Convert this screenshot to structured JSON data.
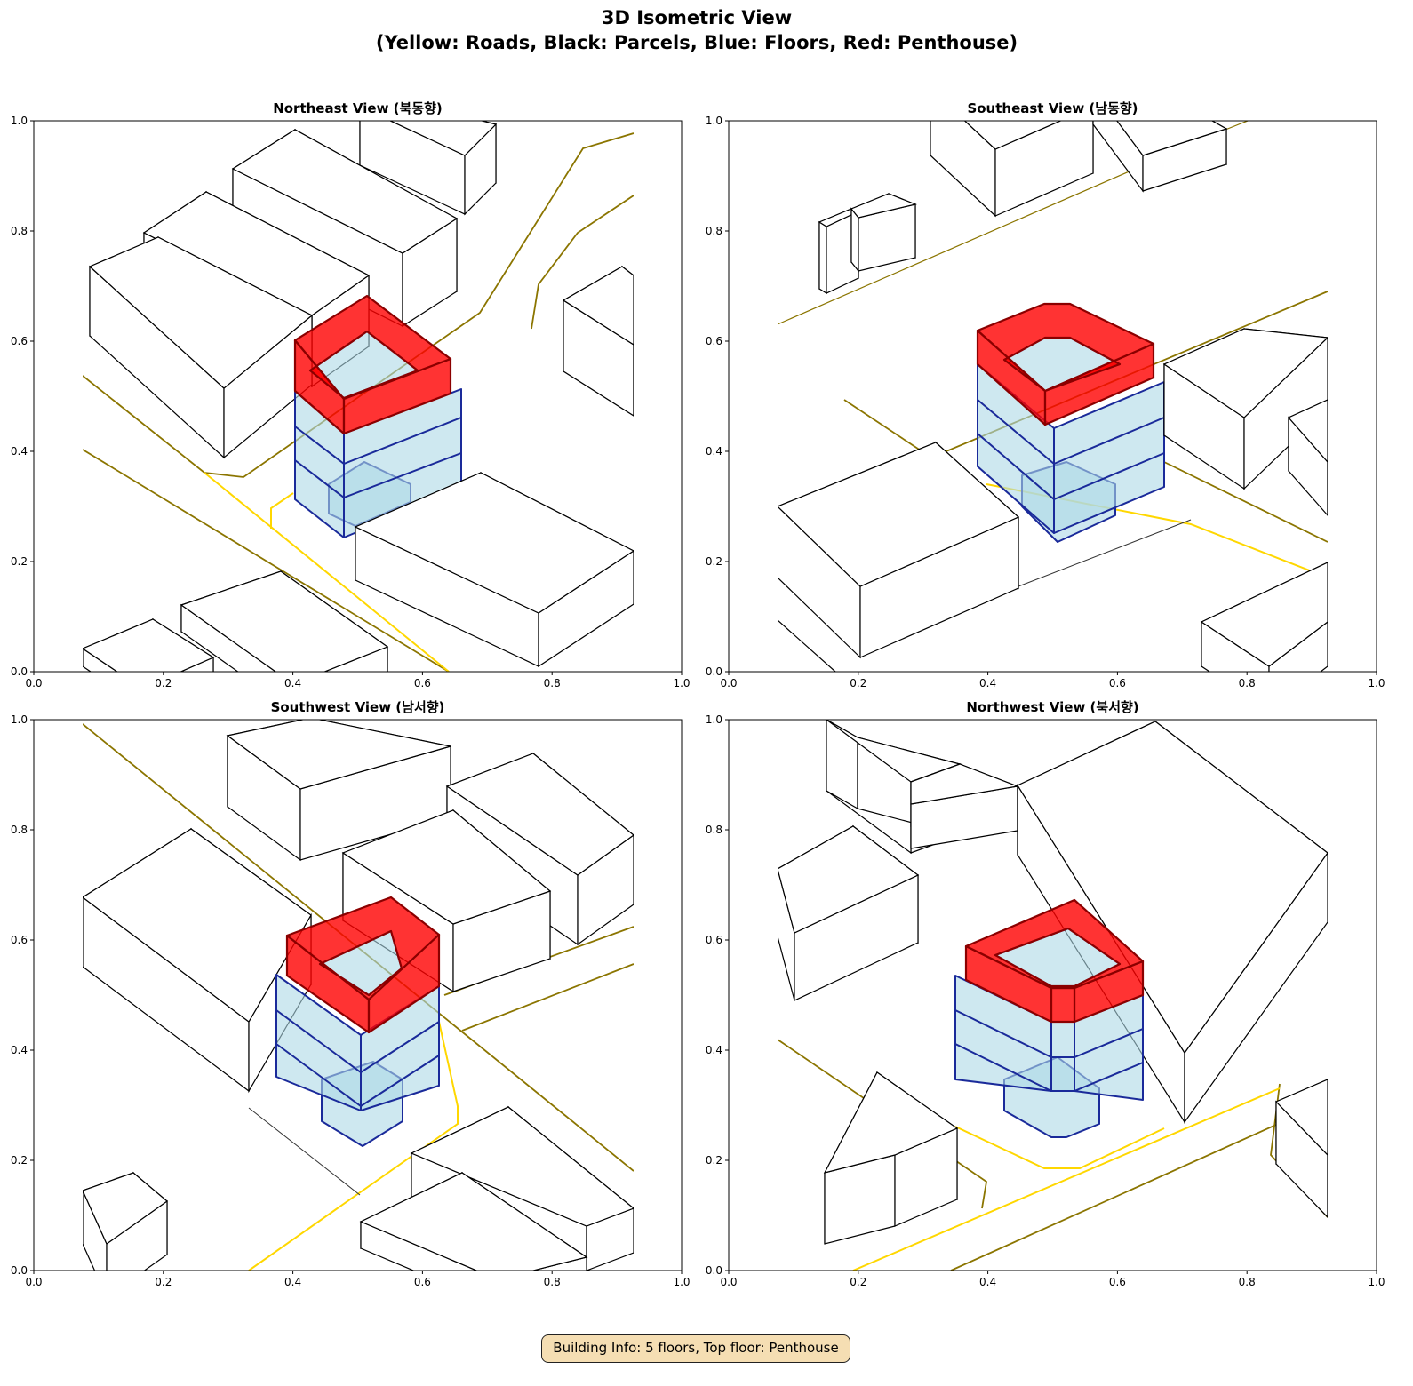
{
  "figure": {
    "title_line1": "3D Isometric View",
    "title_line2": "(Yellow: Roads, Black: Parcels, Blue: Floors, Red: Penthouse)"
  },
  "panels": [
    {
      "title": "Northeast View (북동향)"
    },
    {
      "title": "Southeast View (남동향)"
    },
    {
      "title": "Southwest View (남서향)"
    },
    {
      "title": "Northwest View (북서향)"
    }
  ],
  "axes": {
    "x_ticks": [
      "0.0",
      "0.2",
      "0.4",
      "0.6",
      "0.8",
      "1.0"
    ],
    "y_ticks": [
      "0.0",
      "0.2",
      "0.4",
      "0.6",
      "0.8",
      "1.0"
    ]
  },
  "colors": {
    "road": "#FFD700",
    "road_edge": "#8B7500",
    "parcel": "#000000",
    "floor_fill": "#ADD8E6",
    "floor_edge": "#1a2a9a",
    "penthouse": "#FF0000",
    "penthouse_edge": "#8B0000"
  },
  "building": {
    "floors": 5,
    "top_floor": "Penthouse"
  },
  "footer": {
    "text": "Building Info: 5 floors, Top floor: Penthouse"
  }
}
